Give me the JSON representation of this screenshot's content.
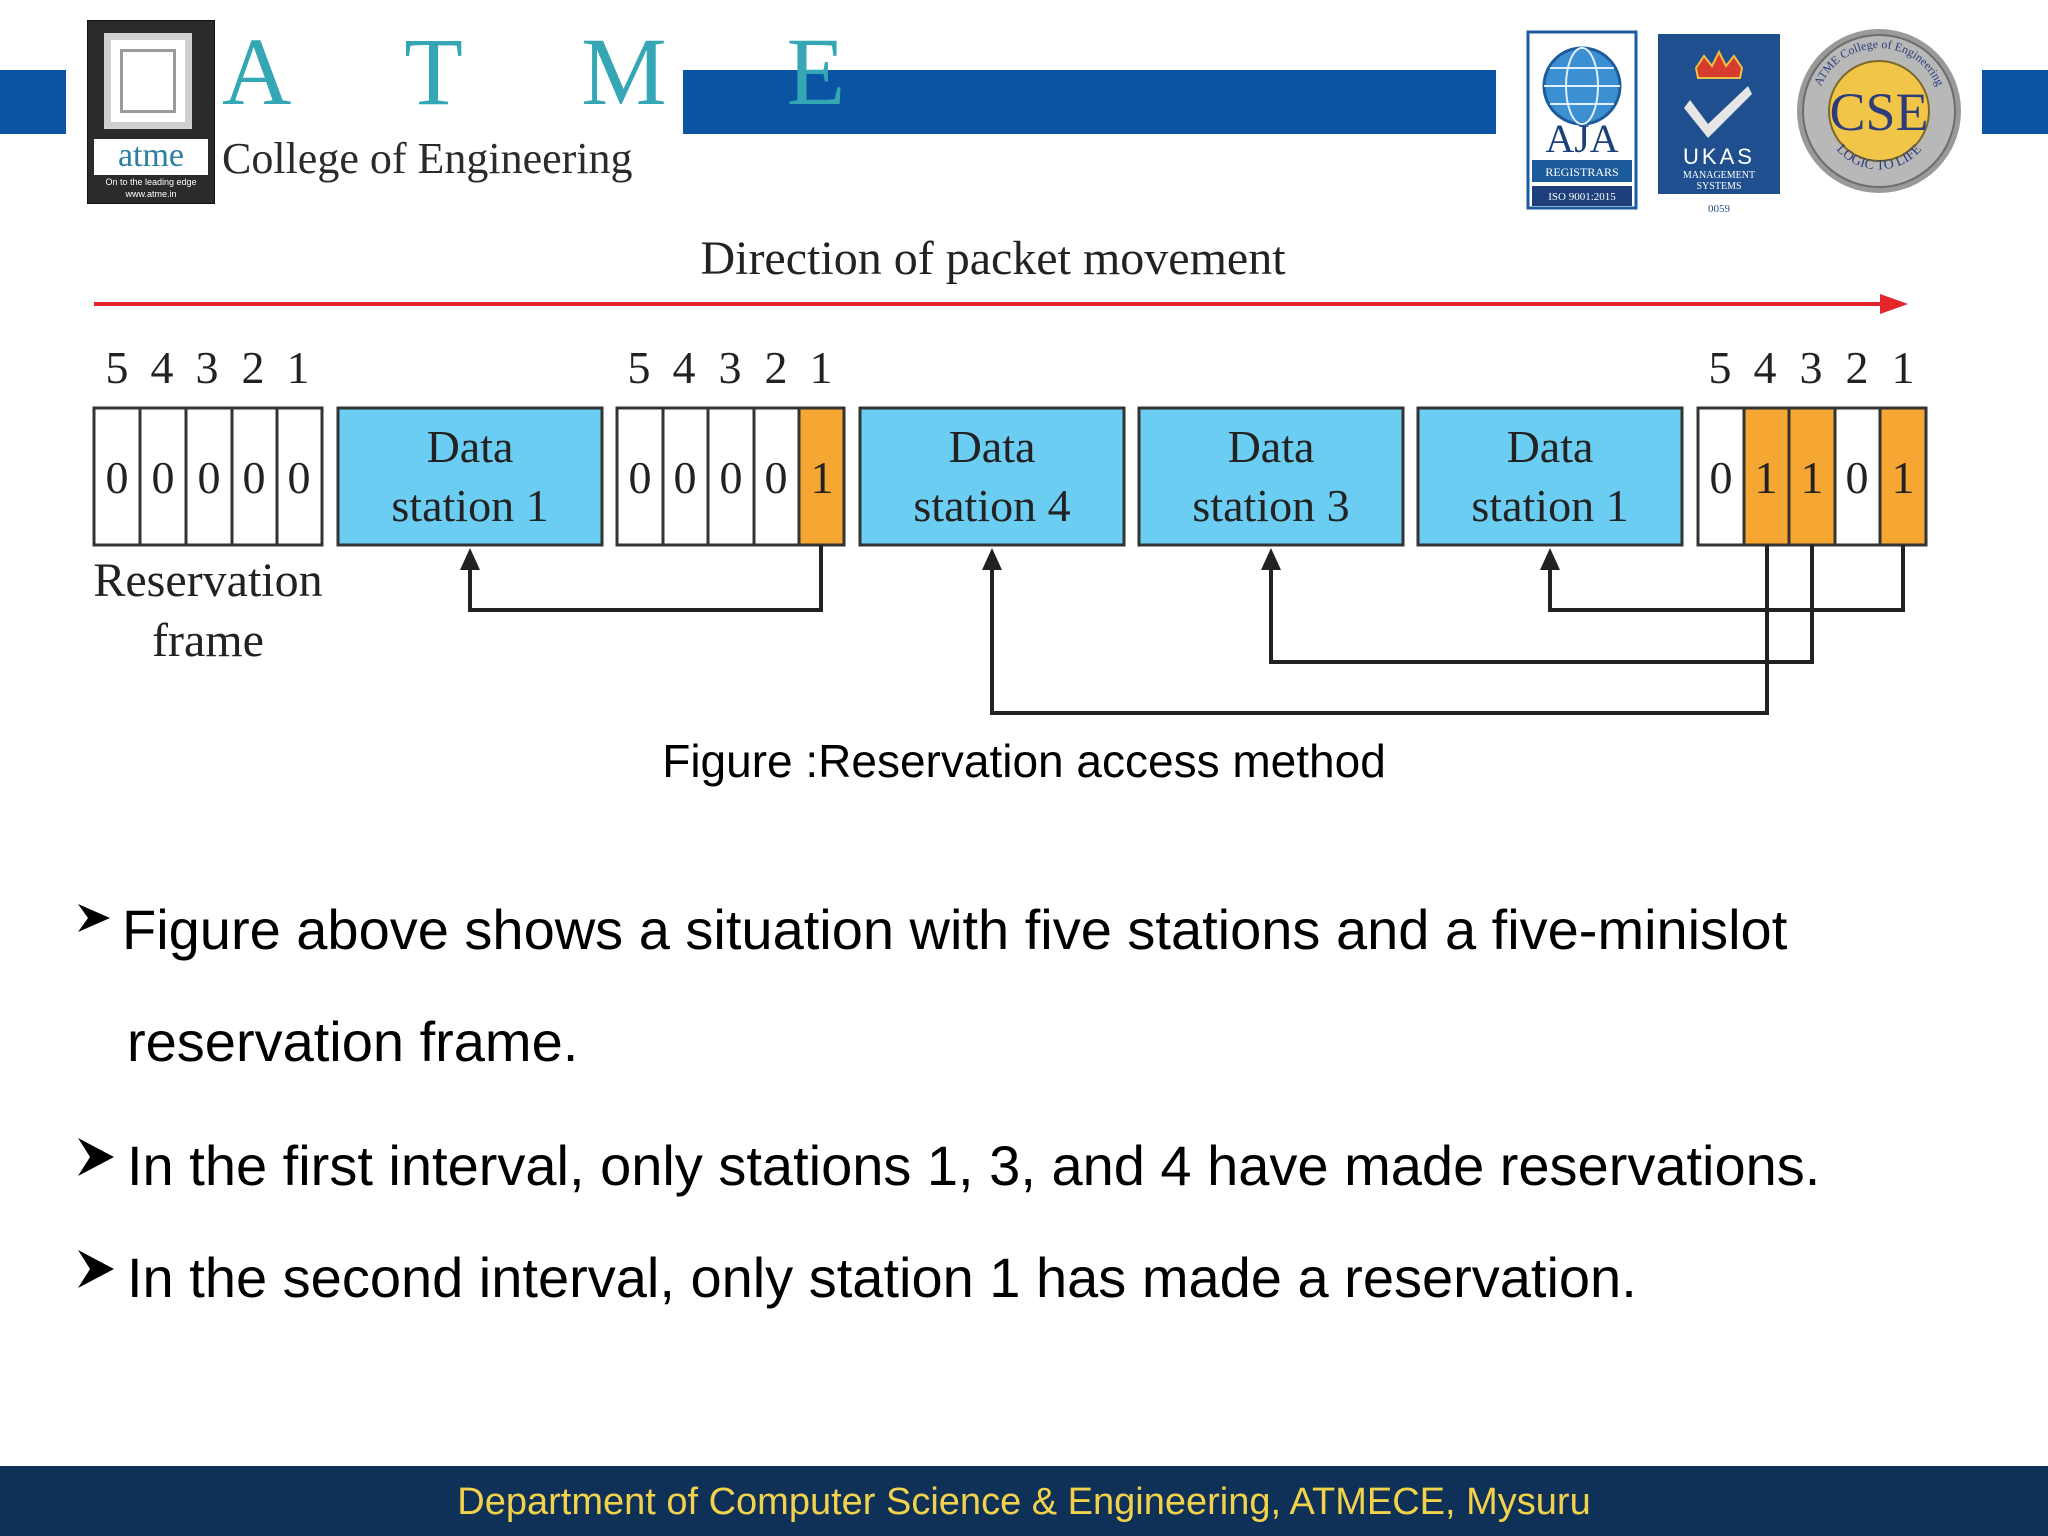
{
  "header": {
    "logo_word": "atme",
    "logo_tagline": "On to the leading edge",
    "logo_url": "www.atme.in",
    "title": "A T M E",
    "subtitle": "College of Engineering",
    "certs": {
      "aja_name": "AJA",
      "aja_sub": "REGISTRARS",
      "aja_iso": "ISO 9001:2015",
      "ukas_name": "UKAS",
      "ukas_sub1": "MANAGEMENT",
      "ukas_sub2": "SYSTEMS",
      "ukas_code": "0059",
      "cse_center": "CSE",
      "cse_ring_top": "ATME College of Engineering",
      "cse_ring_bottom": "LOGIC TO LIFE"
    }
  },
  "diagram": {
    "direction_label": "Direction of packet movement",
    "slot_numbers": [
      "5",
      "4",
      "3",
      "2",
      "1"
    ],
    "frames": [
      {
        "bits": [
          "0",
          "0",
          "0",
          "0",
          "0"
        ]
      },
      {
        "bits": [
          "0",
          "0",
          "0",
          "0",
          "1"
        ]
      },
      {
        "bits": [
          "0",
          "1",
          "1",
          "0",
          "1"
        ]
      }
    ],
    "data_boxes": [
      {
        "line1": "Data",
        "line2": "station 1"
      },
      {
        "line1": "Data",
        "line2": "station 4"
      },
      {
        "line1": "Data",
        "line2": "station 3"
      },
      {
        "line1": "Data",
        "line2": "station 1"
      }
    ],
    "reservation_label_1": "Reservation",
    "reservation_label_2": "frame",
    "caption": "Figure :Reservation access  method",
    "colors": {
      "slot_reserved": "#f6a733",
      "data_box": "#6ccdf2",
      "arrow": "#e2262a"
    }
  },
  "bullets": [
    {
      "line1": " Figure above shows a situation with five stations and a five-minislot",
      "line2": "reservation frame."
    },
    {
      "line1": "In the first interval, only stations 1, 3, and 4 have made reservations."
    },
    {
      "line1": "In the second interval, only station 1 has made a reservation."
    }
  ],
  "footer": {
    "text": "Department of Computer Science & Engineering, ATMECE, Mysuru"
  }
}
